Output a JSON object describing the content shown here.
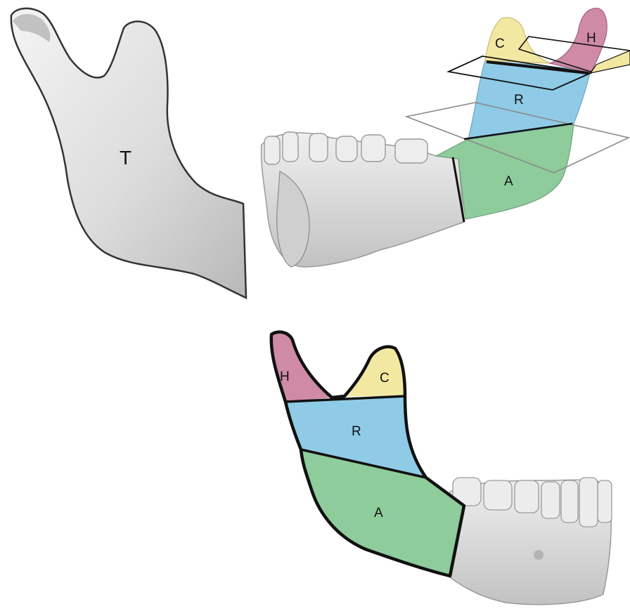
{
  "colors": {
    "bone": "#d9d9d9",
    "bone_shade": "#a9a9a9",
    "coronoid": "#f3e8a2",
    "condyle_head": "#cf8aa6",
    "ramus": "#8fcbe6",
    "angle": "#8fcc9c",
    "outline": "#111111"
  },
  "views": {
    "template": {
      "label": "T"
    },
    "segmented_3d": {
      "labels": {
        "coronoid": "C",
        "head": "H",
        "ramus": "R",
        "angle": "A"
      }
    },
    "segmented_side": {
      "labels": {
        "head": "H",
        "coronoid": "C",
        "ramus": "R",
        "angle": "A"
      }
    }
  }
}
